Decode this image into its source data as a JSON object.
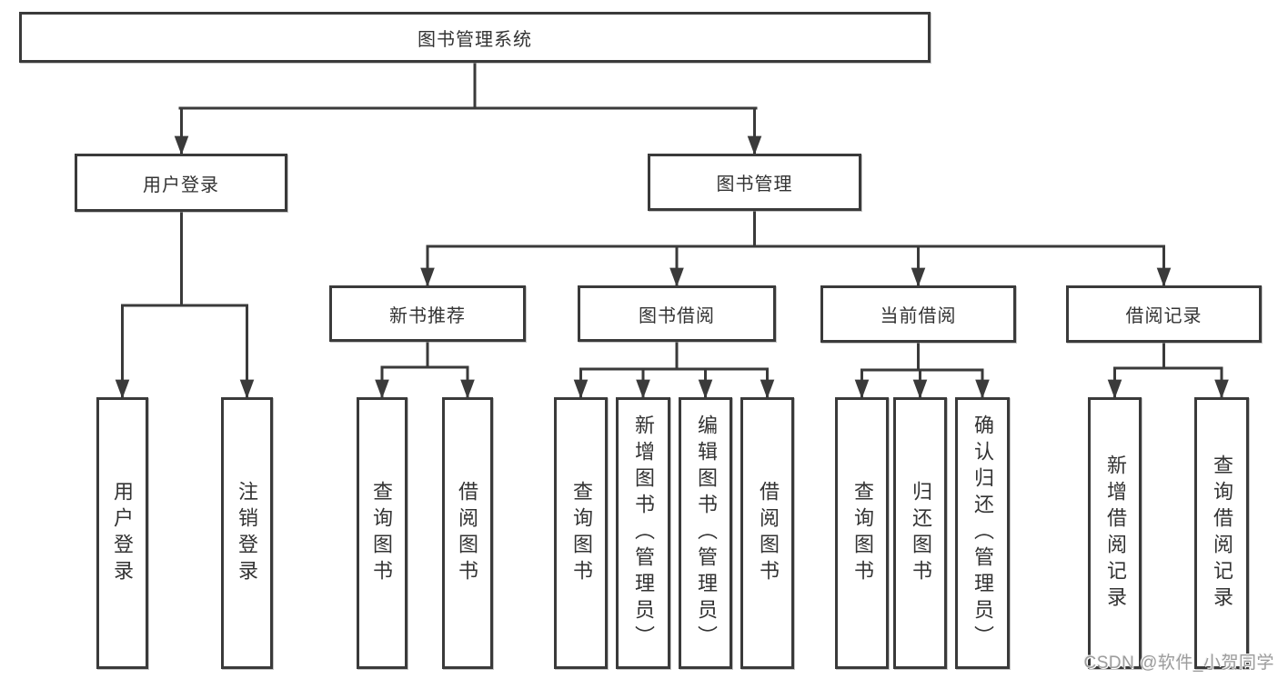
{
  "tree": {
    "root": {
      "label": "图书管理系统"
    },
    "user_login": {
      "label": "用户登录",
      "children": [
        {
          "label": "用户登录"
        },
        {
          "label": "注销登录"
        }
      ]
    },
    "book_management": {
      "label": "图书管理",
      "sections": {
        "new_book_recommendation": {
          "label": "新书推荐",
          "children": [
            {
              "label": "查询图书"
            },
            {
              "label": "借阅图书"
            }
          ]
        },
        "book_borrowing": {
          "label": "图书借阅",
          "children": [
            {
              "label": "查询图书"
            },
            {
              "label": "新增图书（管理员）"
            },
            {
              "label": "编辑图书（管理员）"
            },
            {
              "label": "借阅图书"
            }
          ]
        },
        "current_borrowing": {
          "label": "当前借阅",
          "children": [
            {
              "label": "查询图书"
            },
            {
              "label": "归还图书"
            },
            {
              "label": "确认归还（管理员）"
            }
          ]
        },
        "borrowing_records": {
          "label": "借阅记录",
          "children": [
            {
              "label": "新增借阅记录"
            },
            {
              "label": "查询借阅记录"
            }
          ]
        }
      }
    }
  },
  "watermark": {
    "text": "CSDN @软件_小贺同学"
  },
  "colors": {
    "line": "#3a3a3a",
    "text": "#333333",
    "watermark": "#9c9c9c",
    "background": "#ffffff"
  }
}
